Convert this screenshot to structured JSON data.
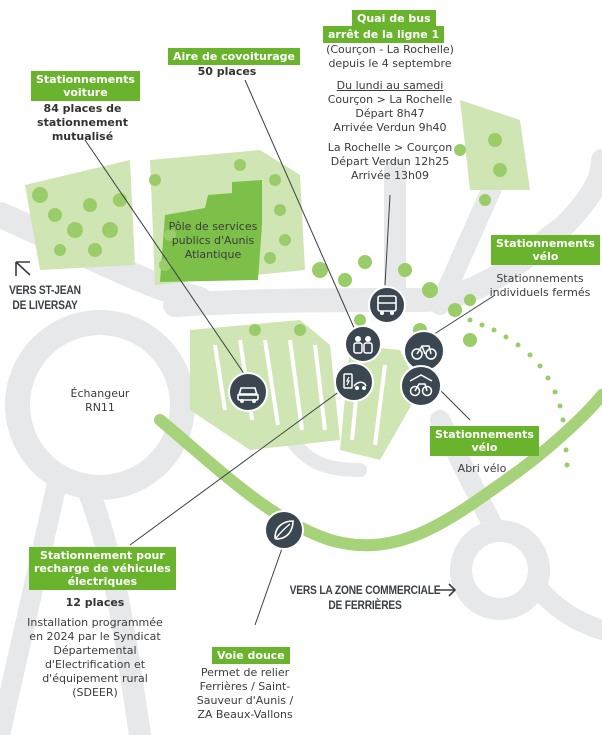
{
  "labels": {
    "bus_stop": {
      "title_line1": "Quai de bus",
      "title_line2": "arrêt de la ligne 1",
      "subtitle": "(Courçon - La Rochelle)",
      "since": "depuis le 4 septembre"
    },
    "schedule": {
      "days": "Du lundi au samedi",
      "dir1": {
        "route": "Courçon > La Rochelle",
        "line1": "Départ 8h47",
        "line2": "Arrivée Verdun 9h40"
      },
      "dir2": {
        "route": "La Rochelle > Courçon",
        "line1": "Départ Verdun 12h25",
        "line2": "Arrivée 13h09"
      }
    },
    "carpool": {
      "title": "Aire de covoiturage",
      "places": "50 places"
    },
    "car_parking": {
      "title_line1": "Stationnements",
      "title_line2": "voiture",
      "desc_line1": "84 places de",
      "desc_line2": "stationnement",
      "desc_line3": "mutualisé"
    },
    "bike_closed": {
      "title_line1": "Stationnements",
      "title_line2": "vélo",
      "desc_line1": "Stationnements",
      "desc_line2": "individuels fermés"
    },
    "bike_shelter": {
      "title_line1": "Stationnements",
      "title_line2": "vélo",
      "desc": "Abri vélo"
    },
    "ev_charging": {
      "title_line1": "Stationnement pour",
      "title_line2": "recharge de véhicules",
      "title_line3": "électriques",
      "places": "12 places",
      "desc_line1": "Installation programmée",
      "desc_line2": "en 2024 par le Syndicat",
      "desc_line3": "Départemental",
      "desc_line4": "d'Electrification et",
      "desc_line5": "d'équipement rural",
      "desc_line6": "(SDEER)"
    },
    "green_way": {
      "title": "Voie douce",
      "desc_line1": "Permet de relier",
      "desc_line2": "Ferrières / Saint-",
      "desc_line3": "Sauveur d'Aunis /",
      "desc_line4": "ZA Beaux-Vallons"
    }
  },
  "map_labels": {
    "building_line1": "Pôle de services",
    "building_line2": "publics d'Aunis",
    "building_line3": "Atlantique",
    "interchange_line1": "Échangeur",
    "interchange_line2": "RN11",
    "dir_st_jean_line1": "VERS ST-JEAN",
    "dir_st_jean_line2": "DE LIVERSAY",
    "dir_ferrieres_line1": "VERS LA ZONE COMMERCIALE",
    "dir_ferrieres_line2": "DE FERRIÈRES"
  },
  "icons": [
    "bus-icon",
    "carpool-people-icon",
    "bike-closed-icon",
    "bike-shelter-icon",
    "ev-charging-icon",
    "car-icon",
    "green-way-leaf-icon"
  ],
  "colors": {
    "tag_green": "#6ab42d",
    "light_green": "#cfe5b4",
    "mid_green": "#9bcc6a",
    "road": "#e8eaec",
    "icon_dark": "#3a4650"
  }
}
